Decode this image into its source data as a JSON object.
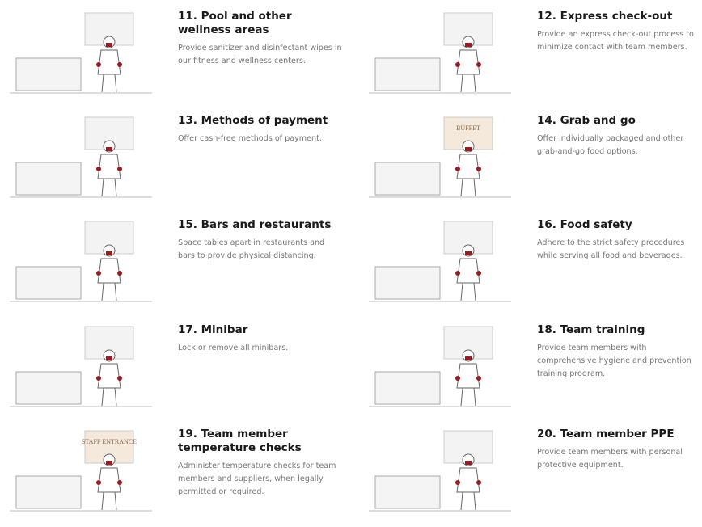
{
  "accent_color": "#9b1b22",
  "items": [
    {
      "number": "11.",
      "title": "11. Pool and other wellness areas",
      "description": "Provide sanitizer and disinfectant wipes in our fitness and wellness centers.",
      "illustration": "gym-icon"
    },
    {
      "number": "12.",
      "title": "12. Express check-out",
      "description": "Provide an express check-out process to minimize contact with team members.",
      "illustration": "checkout-icon"
    },
    {
      "number": "13.",
      "title": "13. Methods of payment",
      "description": "Offer cash-free methods of payment.",
      "illustration": "payment-icon"
    },
    {
      "number": "14.",
      "title": "14. Grab and go",
      "description": "Offer individually packaged and other grab-and-go food options.",
      "illustration": "buffet-icon",
      "sign": "BUFFET"
    },
    {
      "number": "15.",
      "title": "15. Bars and restaurants",
      "description": "Space tables apart in restaurants and bars to provide physical distancing.",
      "illustration": "restaurant-icon"
    },
    {
      "number": "16.",
      "title": "16. Food safety",
      "description": "Adhere to the strict safety procedures while serving all food and beverages.",
      "illustration": "food-safety-icon"
    },
    {
      "number": "17.",
      "title": "17. Minibar",
      "description": "Lock or remove all minibars.",
      "illustration": "minibar-icon"
    },
    {
      "number": "18.",
      "title": "18. Team training",
      "description": "Provide team members with comprehensive hygiene and prevention training program.",
      "illustration": "training-icon"
    },
    {
      "number": "19.",
      "title": "19. Team member temperature checks",
      "description": "Administer temperature checks for team members and suppliers, when legally permitted or required.",
      "illustration": "temperature-check-icon",
      "sign": "STAFF ENTRANCE"
    },
    {
      "number": "20.",
      "title": "20. Team member PPE",
      "description": "Provide team members with personal protective equipment.",
      "illustration": "ppe-icon"
    }
  ]
}
